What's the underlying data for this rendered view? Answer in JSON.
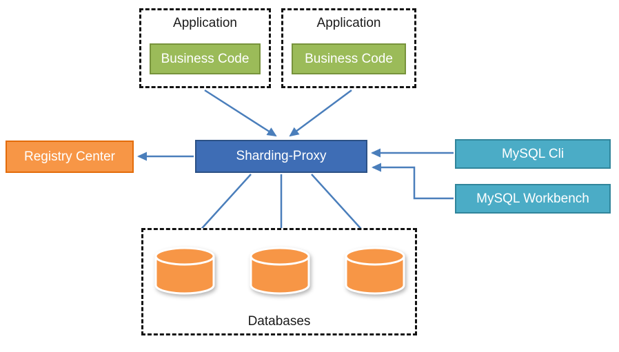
{
  "diagram": {
    "applications": [
      {
        "title": "Application",
        "inner": "Business Code"
      },
      {
        "title": "Application",
        "inner": "Business Code"
      }
    ],
    "proxy": {
      "label": "Sharding-Proxy"
    },
    "registry": {
      "label": "Registry Center"
    },
    "clients": [
      {
        "label": "MySQL Cli"
      },
      {
        "label": "MySQL Workbench"
      }
    ],
    "databases": {
      "label": "Databases",
      "cylinder_count": 3
    }
  },
  "colors": {
    "dashed_border": "#111111",
    "business_code_fill": "#9BBB59",
    "business_code_border": "#77933C",
    "proxy_fill": "#3E6DB5",
    "proxy_border": "#2C5185",
    "registry_fill": "#F79646",
    "registry_border": "#E36C0A",
    "client_fill": "#4BACC6",
    "client_border": "#31859B",
    "arrow": "#4A7EBB",
    "database_fill": "#F79646",
    "database_stroke": "#FFFFFF",
    "text_on_fill": "#FFFFFF",
    "text_plain": "#1A1A1A"
  }
}
